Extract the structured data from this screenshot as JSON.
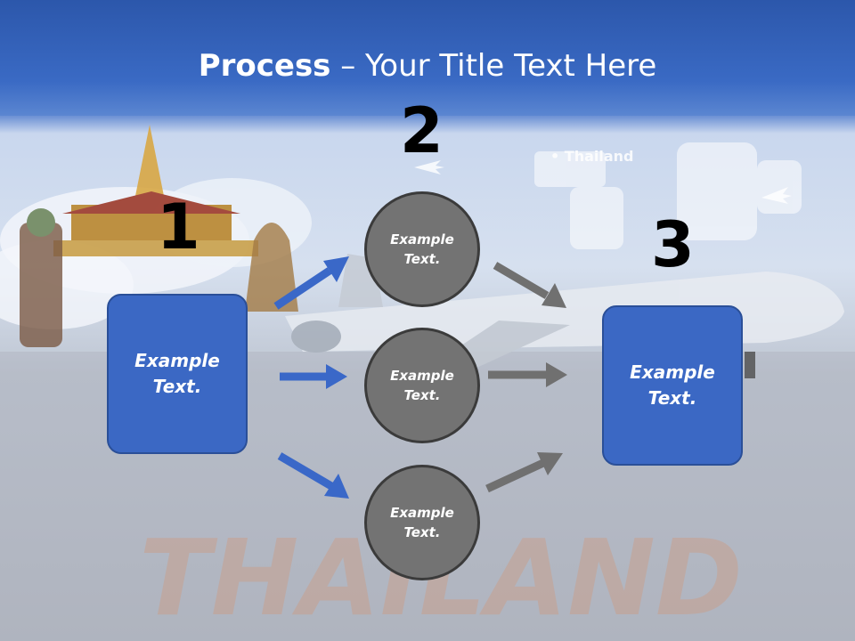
{
  "slide": {
    "title_bold": "Process",
    "title_rest": " – Your Title Text Here",
    "map_label": "Thailand",
    "ground_text": "THAILAND"
  },
  "steps": [
    {
      "number": "1",
      "label": "Example\nText."
    },
    {
      "number": "2",
      "labels": [
        "Example\nText.",
        "Example\nText.",
        "Example\nText."
      ]
    },
    {
      "number": "3",
      "label": "Example\nText."
    }
  ],
  "colors": {
    "box": "#3b68c4",
    "circle": "#737373",
    "arrow_blue": "#3a68c8",
    "arrow_gray": "#707070"
  }
}
